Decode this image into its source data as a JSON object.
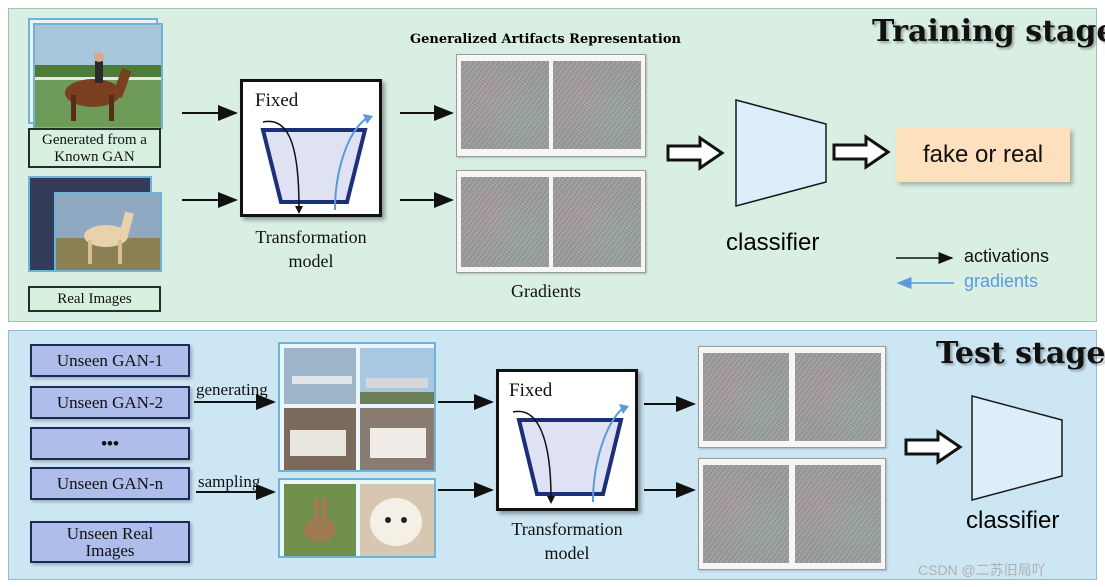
{
  "training": {
    "title": "Training stage",
    "generated_label": "Generated from a Known GAN",
    "real_label": "Real Images",
    "model_fixed": "Fixed",
    "model_caption_line1": "Transformation",
    "model_caption_line2": "model",
    "artifacts_title": "Generalized Artifacts Representation",
    "gradients_caption": "Gradients",
    "classifier_label": "classifier",
    "output_label": "fake or real",
    "legend_activations": "activations",
    "legend_gradients": "gradients"
  },
  "test": {
    "title": "Test stage",
    "gan_items": [
      "Unseen GAN-1",
      "Unseen GAN-2",
      "•••",
      "Unseen GAN-n"
    ],
    "real_label": "Unseen Real Images",
    "generating_label": "generating",
    "sampling_label": "sampling",
    "model_fixed": "Fixed",
    "model_caption_line1": "Transformation",
    "model_caption_line2": "model",
    "classifier_label": "classifier"
  },
  "colors": {
    "activations_arrow": "#111111",
    "gradients_arrow": "#5b9bd9",
    "classifier_fill": "#dbeefa",
    "output_fill": "#fde0bd"
  },
  "watermark": "CSDN @二苏旧局吖"
}
